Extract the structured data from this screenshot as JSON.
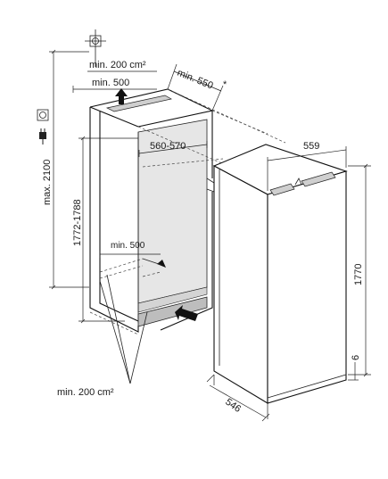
{
  "diagram": {
    "labels": {
      "min_vent_top": "min. 200 cm²",
      "min_500_top": "min. 500",
      "min_550": "min. 550",
      "asterisk": "*",
      "max_2100": "max. 2100",
      "niche_height": "1772-1788",
      "niche_width": "560-570",
      "min_500_bottom": "min. 500",
      "min_vent_bottom": "min. 200 cm²",
      "appliance_width": "559",
      "appliance_height": "1770",
      "appliance_depth": "546",
      "base_offset": "6"
    },
    "icons": [
      "socket-symbol-icon",
      "plug-symbol-icon",
      "fixing-point-icon",
      "airflow-arrow-icon"
    ]
  }
}
